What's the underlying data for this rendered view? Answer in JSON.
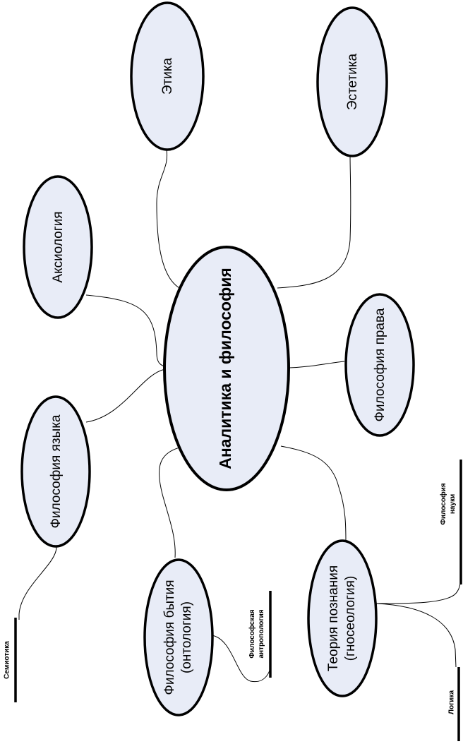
{
  "center": {
    "label": "Аналитика и философия"
  },
  "nodes": {
    "ethics": "Этика",
    "aesthetics": "Эстетика",
    "axiology": "Аксиология",
    "philosophy_of_law": "Философия права",
    "philosophy_of_language": "Философия языка",
    "ontology": {
      "line1": "Философия бытия",
      "line2": "(онтология)"
    },
    "epistemology": {
      "line1": "Теория познания",
      "line2": "(гносеология)"
    }
  },
  "leaves": {
    "semiotics": "Семиотика",
    "phil_anthropology": {
      "line1": "Философская",
      "line2": "антропология"
    },
    "phil_science": {
      "line1": "Философия",
      "line2": "науки"
    },
    "logic": "Логика"
  },
  "colors": {
    "fill": "#e8ecf7",
    "stroke": "#000000"
  }
}
